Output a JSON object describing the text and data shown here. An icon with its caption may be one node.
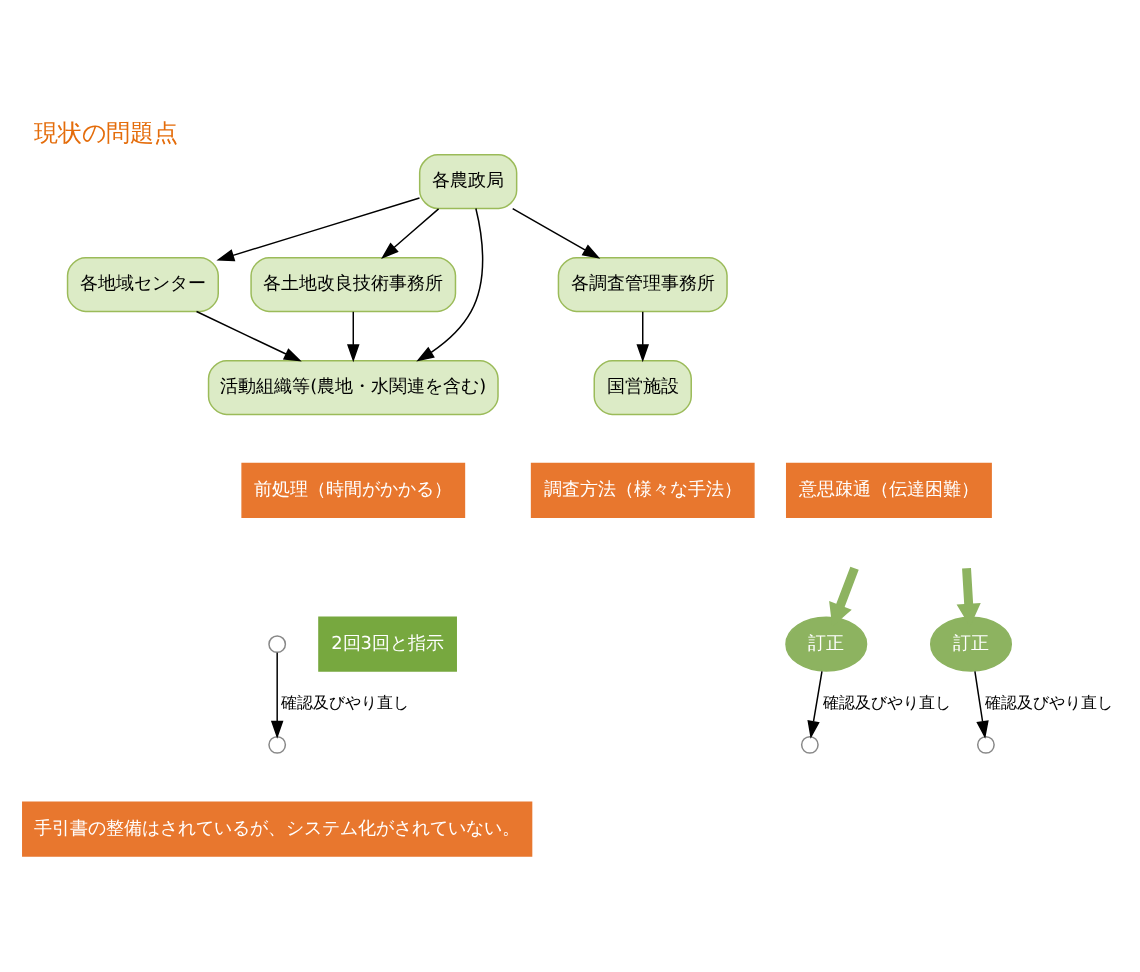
{
  "diagram": {
    "title": "現状の問題点",
    "nodes": [
      {
        "text": [
          "各農政局"
        ]
      },
      {
        "text": [
          "各土地改良技術事務所"
        ]
      },
      {
        "text": [
          "各地域センター"
        ]
      },
      {
        "text": [
          "各調査管理事務所"
        ]
      },
      {
        "text": [
          "活動組織等(農地・水関連を含む)"
        ]
      },
      {
        "text": [
          "国営施設"
        ]
      },
      {
        "text": [
          "前処理（時間がかかる）"
        ]
      },
      {
        "text": [
          "意思疎通（伝達困難）"
        ]
      },
      {
        "text": [
          "調査方法（様々な手法）"
        ]
      },
      {
        "text": [],
        "shape": "circle"
      },
      {
        "text": [
          "2回3回と指示"
        ]
      },
      {
        "text": [
          "訂正"
        ]
      },
      {
        "text": [],
        "shape": "circle"
      },
      {
        "text": [
          "訂正"
        ]
      },
      {
        "text": [],
        "shape": "circle"
      },
      {
        "text": [],
        "shape": "circle"
      },
      {
        "text": [
          "手引書の整備はされているが、システム化がされていない。"
        ]
      }
    ],
    "edges": [
      {
        "from": 0,
        "to": 4,
        "arrow": "to"
      },
      {
        "from": 0,
        "to": 1,
        "arrow": "to"
      },
      {
        "from": 0,
        "to": 2,
        "arrow": "to"
      },
      {
        "from": 0,
        "to": 3,
        "arrow": "to"
      },
      {
        "from": 1,
        "to": 4,
        "arrow": "to"
      },
      {
        "from": 2,
        "to": 4,
        "arrow": "to"
      },
      {
        "from": 3,
        "to": 5,
        "arrow": "to"
      },
      {
        "from": null,
        "to": 11,
        "arrow": "to",
        "style": "thick",
        "color": "#8db360"
      },
      {
        "from": null,
        "to": 13,
        "arrow": "to",
        "style": "thick",
        "color": "#8db360"
      },
      {
        "from": 9,
        "to": 12,
        "arrow": "to",
        "label": "確認及びやり直し"
      },
      {
        "from": 11,
        "to": 14,
        "arrow": "to",
        "label": "確認及びやり直し"
      },
      {
        "from": 13,
        "to": 15,
        "arrow": "to",
        "label": "確認及びやり直し"
      }
    ]
  }
}
